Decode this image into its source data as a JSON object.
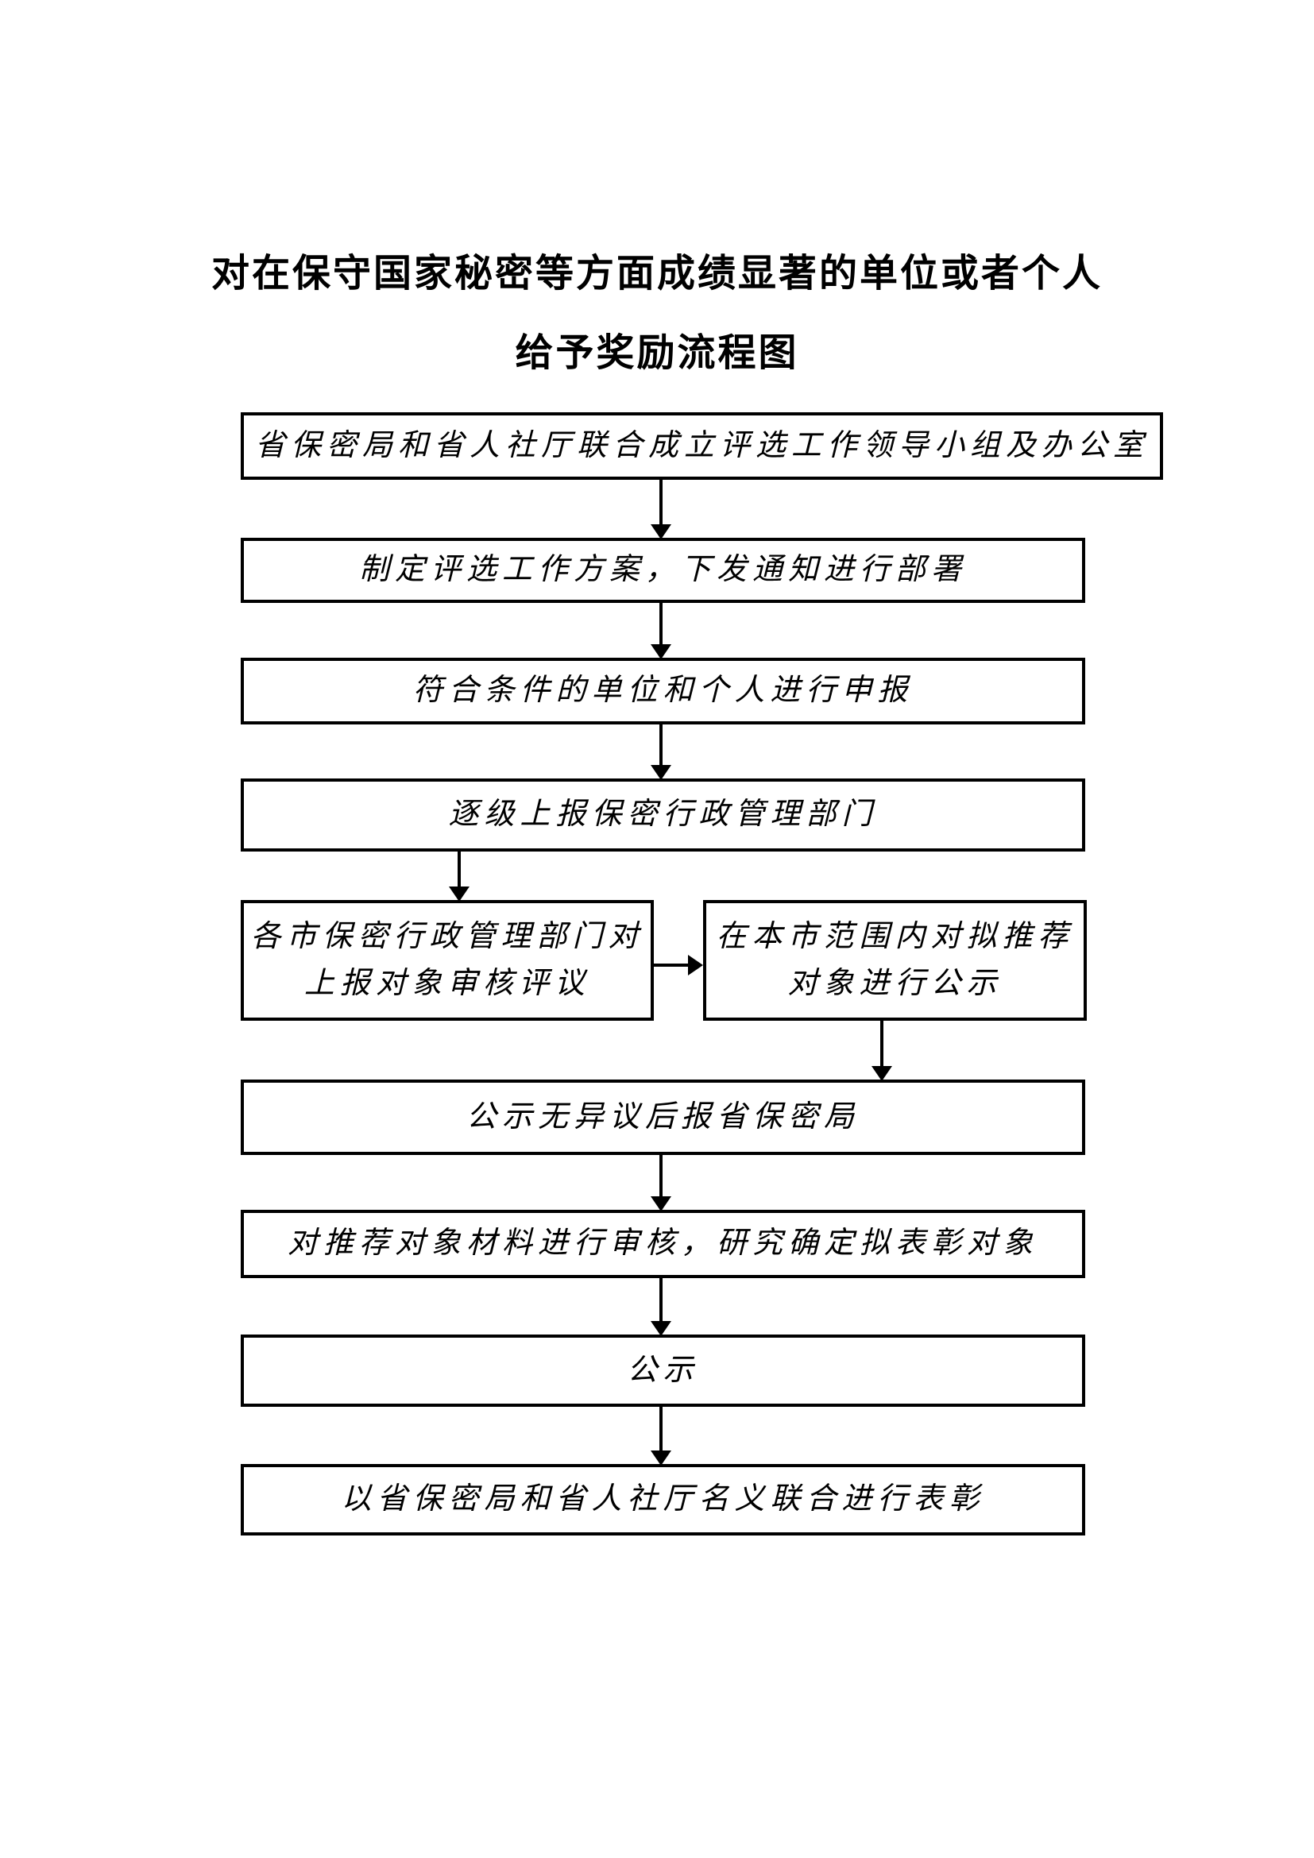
{
  "colors": {
    "ink": "#000000",
    "background": "#ffffff"
  },
  "title": {
    "line1": "对在保守国家秘密等方面成绩显著的单位或者个人",
    "line2": "给予奖励流程图"
  },
  "flow": {
    "box1": "省保密局和省人社厅联合成立评选工作领导小组及办公室",
    "box2": "制定评选工作方案，下发通知进行部署",
    "box3": "符合条件的单位和个人进行申报",
    "box4": "逐级上报保密行政管理部门",
    "box5_left_line1": "各市保密行政管理部门对",
    "box5_left_line2": "上报对象审核评议",
    "box5_right_line1": "在本市范围内对拟推荐",
    "box5_right_line2": "对象进行公示",
    "box6": "公示无异议后报省保密局",
    "box7": "对推荐对象材料进行审核，研究确定拟表彰对象",
    "box8": "公示",
    "box9": "以省保密局和省人社厅名义联合进行表彰"
  }
}
